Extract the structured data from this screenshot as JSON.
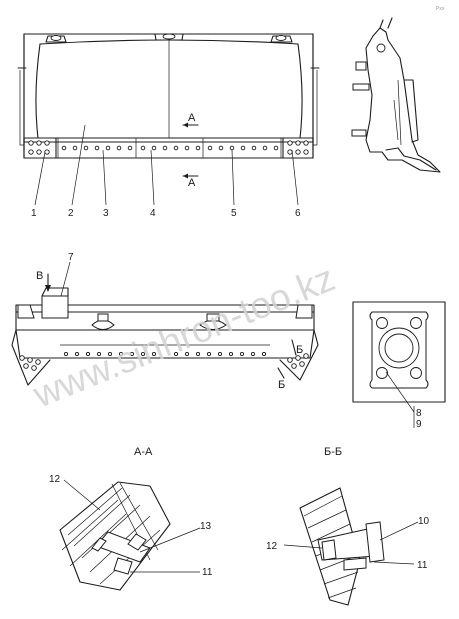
{
  "watermark": "www.sinhron-too.kz",
  "page_ref": "Pxx",
  "section_labels": {
    "a_a": "А-А",
    "b_b": "Б-Б"
  },
  "cut_markers": {
    "a_top": "А",
    "a_bottom": "А",
    "b_top": "Б",
    "b_bottom": "Б",
    "v_view": "В"
  },
  "callouts": {
    "c1": "1",
    "c2": "2",
    "c3": "3",
    "c4": "4",
    "c5": "5",
    "c6": "6",
    "c7": "7",
    "c8": "8",
    "c9": "9",
    "c10": "10",
    "c11a": "11",
    "c11b": "11",
    "c12a": "12",
    "c12b": "12",
    "c13": "13"
  }
}
